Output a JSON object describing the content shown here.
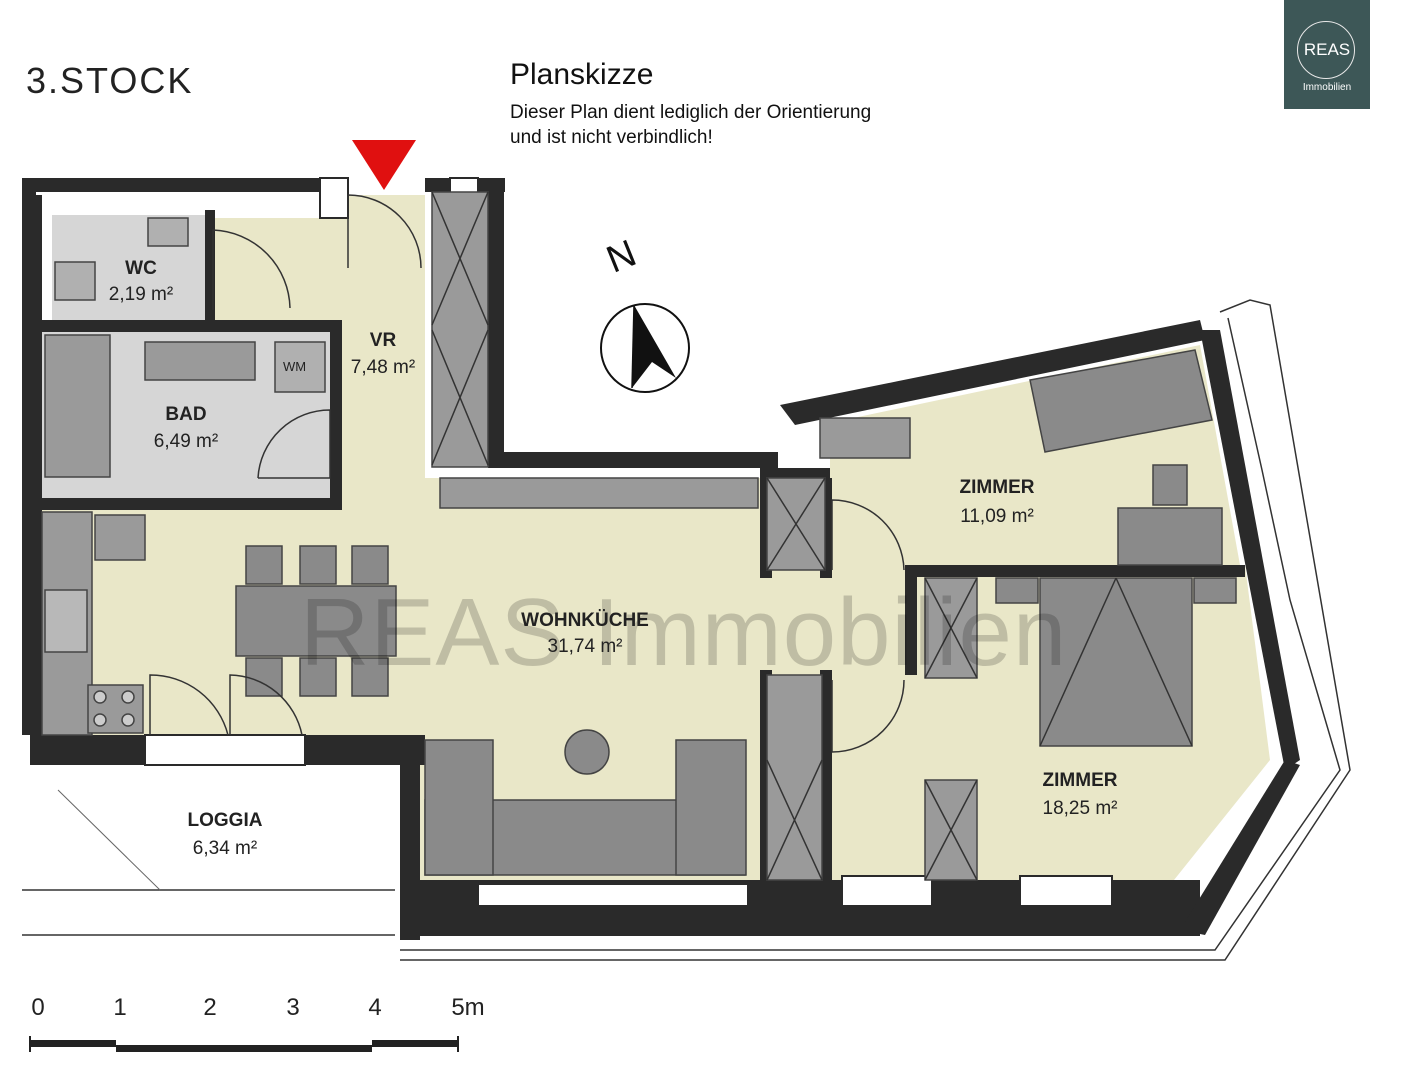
{
  "header": {
    "floor": "3.STOCK",
    "title": "Planskizze",
    "disclaimer_line1": "Dieser Plan dient lediglich der Orientierung",
    "disclaimer_line2": "und ist nicht verbindlich!"
  },
  "logo": {
    "name": "REAS",
    "tagline": "Immobilien",
    "bg_color": "#3d5757"
  },
  "watermark": "REAS Immobilien",
  "rooms": [
    {
      "name": "WC",
      "area": "2,19 m²"
    },
    {
      "name": "VR",
      "area": "7,48 m²"
    },
    {
      "name": "BAD",
      "area": "6,49 m²"
    },
    {
      "name": "WOHNKÜCHE",
      "area": "31,74 m²"
    },
    {
      "name": "ZIMMER",
      "area": "11,09 m²"
    },
    {
      "name": "ZIMMER",
      "area": "18,25 m²"
    },
    {
      "name": "LOGGIA",
      "area": "6,34 m²"
    }
  ],
  "fixtures": {
    "washing_machine": "WM"
  },
  "compass": {
    "letter": "N",
    "icon": "compass-icon"
  },
  "entrance_marker": {
    "icon": "entrance-triangle-icon",
    "color": "#e01010"
  },
  "scale_bar": {
    "labels": [
      "0",
      "1",
      "2",
      "3",
      "4",
      "5m"
    ]
  },
  "colors": {
    "floor": "#e9e7c8",
    "wet_room": "#d4d4d4",
    "wall": "#2a2a2a",
    "furniture": "#8a8a8a",
    "loggia": "#ffffff"
  }
}
